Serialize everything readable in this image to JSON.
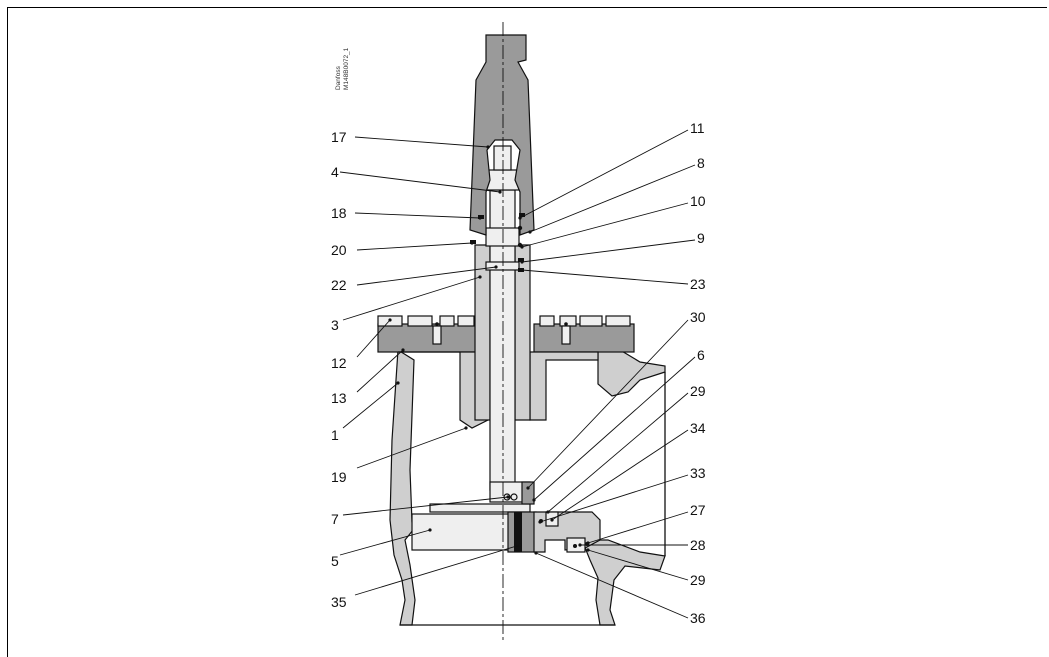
{
  "drawing": {
    "ref_line1": "Danfoss",
    "ref_line2": "M148B0072_1"
  },
  "callouts": [
    {
      "id": "17",
      "label": "17"
    },
    {
      "id": "4",
      "label": "4"
    },
    {
      "id": "18",
      "label": "18"
    },
    {
      "id": "20",
      "label": "20"
    },
    {
      "id": "22",
      "label": "22"
    },
    {
      "id": "3",
      "label": "3"
    },
    {
      "id": "12",
      "label": "12"
    },
    {
      "id": "13",
      "label": "13"
    },
    {
      "id": "1",
      "label": "1"
    },
    {
      "id": "19",
      "label": "19"
    },
    {
      "id": "7",
      "label": "7"
    },
    {
      "id": "5",
      "label": "5"
    },
    {
      "id": "35",
      "label": "35"
    },
    {
      "id": "11",
      "label": "11"
    },
    {
      "id": "8",
      "label": "8"
    },
    {
      "id": "10",
      "label": "10"
    },
    {
      "id": "9",
      "label": "9"
    },
    {
      "id": "23",
      "label": "23"
    },
    {
      "id": "30",
      "label": "30"
    },
    {
      "id": "6",
      "label": "6"
    },
    {
      "id": "29a",
      "label": "29"
    },
    {
      "id": "34",
      "label": "34"
    },
    {
      "id": "33",
      "label": "33"
    },
    {
      "id": "27",
      "label": "27"
    },
    {
      "id": "28",
      "label": "28"
    },
    {
      "id": "29b",
      "label": "29"
    },
    {
      "id": "36",
      "label": "36"
    }
  ]
}
